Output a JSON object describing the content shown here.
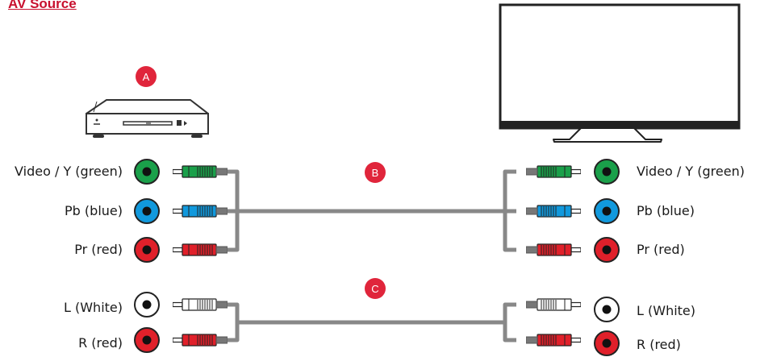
{
  "title": "AV Source",
  "badges": {
    "a": "A",
    "b": "B",
    "c": "C"
  },
  "component_ports": {
    "left": [
      "Video / Y (green)",
      "Pb (blue)",
      "Pr (red)"
    ],
    "right": [
      "Video / Y (green)",
      "Pb (blue)",
      "Pr (red)"
    ]
  },
  "audio_ports": {
    "left": [
      "L (White)",
      "R (red)"
    ],
    "right": [
      "L (White)",
      "R (red)"
    ]
  },
  "colors": {
    "accent": "#e0253b",
    "green": "#1aa04a",
    "blue": "#1199dd",
    "red": "#e0202a",
    "white": "#ffffff",
    "cable": "#888888"
  }
}
